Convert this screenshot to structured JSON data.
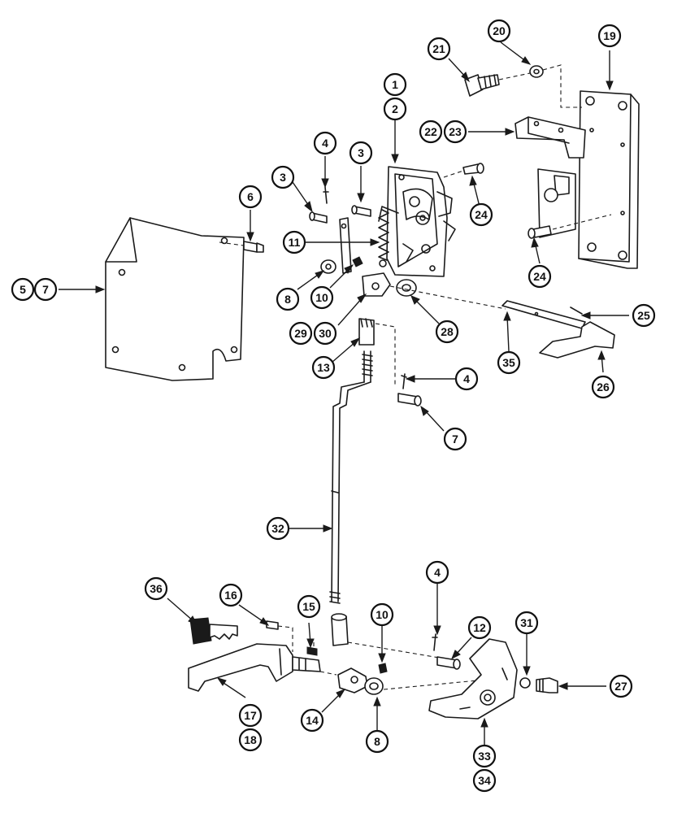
{
  "callouts": [
    {
      "id": "c1",
      "label": "1"
    },
    {
      "id": "c2",
      "label": "2"
    },
    {
      "id": "c3a",
      "label": "3"
    },
    {
      "id": "c3b",
      "label": "3"
    },
    {
      "id": "c4a",
      "label": "4"
    },
    {
      "id": "c4b",
      "label": "4"
    },
    {
      "id": "c4c",
      "label": "4"
    },
    {
      "id": "c5",
      "label": "5"
    },
    {
      "id": "c6",
      "label": "6"
    },
    {
      "id": "c7a",
      "label": "7"
    },
    {
      "id": "c7b",
      "label": "7"
    },
    {
      "id": "c8a",
      "label": "8"
    },
    {
      "id": "c8b",
      "label": "8"
    },
    {
      "id": "c10a",
      "label": "10"
    },
    {
      "id": "c10b",
      "label": "10"
    },
    {
      "id": "c11",
      "label": "11"
    },
    {
      "id": "c12",
      "label": "12"
    },
    {
      "id": "c13",
      "label": "13"
    },
    {
      "id": "c14",
      "label": "14"
    },
    {
      "id": "c15",
      "label": "15"
    },
    {
      "id": "c16",
      "label": "16"
    },
    {
      "id": "c17",
      "label": "17"
    },
    {
      "id": "c18",
      "label": "18"
    },
    {
      "id": "c19",
      "label": "19"
    },
    {
      "id": "c20",
      "label": "20"
    },
    {
      "id": "c21",
      "label": "21"
    },
    {
      "id": "c22",
      "label": "22"
    },
    {
      "id": "c23",
      "label": "23"
    },
    {
      "id": "c24a",
      "label": "24"
    },
    {
      "id": "c24b",
      "label": "24"
    },
    {
      "id": "c25",
      "label": "25"
    },
    {
      "id": "c26",
      "label": "26"
    },
    {
      "id": "c27",
      "label": "27"
    },
    {
      "id": "c28",
      "label": "28"
    },
    {
      "id": "c29",
      "label": "29"
    },
    {
      "id": "c30",
      "label": "30"
    },
    {
      "id": "c31",
      "label": "31"
    },
    {
      "id": "c32",
      "label": "32"
    },
    {
      "id": "c33",
      "label": "33"
    },
    {
      "id": "c34",
      "label": "34"
    },
    {
      "id": "c35",
      "label": "35"
    },
    {
      "id": "c36",
      "label": "36"
    }
  ],
  "colors": {
    "ink": "#1a1a1a",
    "paper": "#ffffff"
  }
}
